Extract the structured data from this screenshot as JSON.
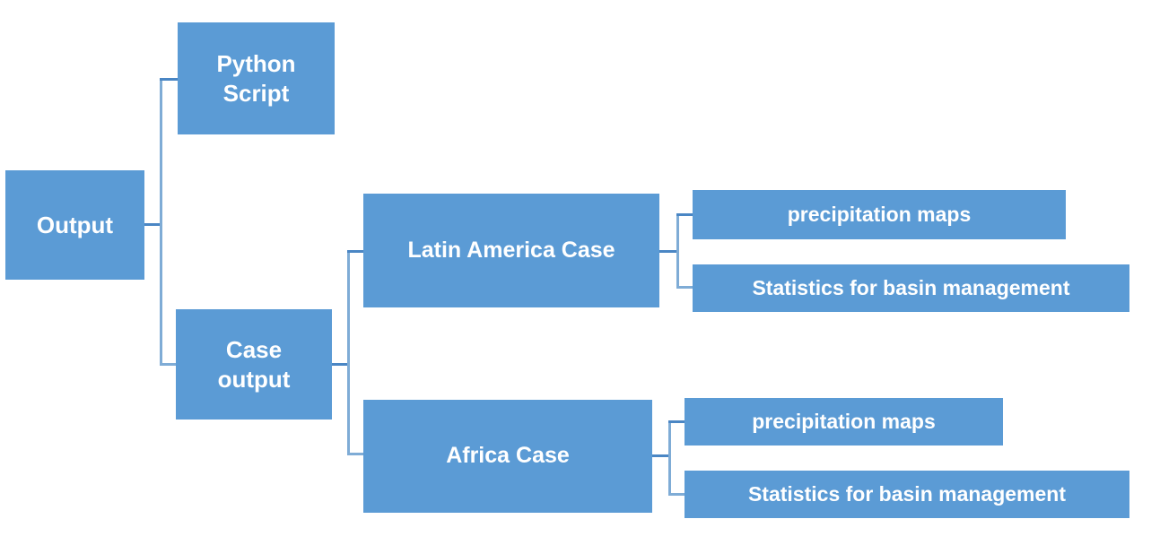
{
  "diagram": {
    "type": "tree-hierarchy",
    "title": "Output",
    "accent_color": "#5B9BD5",
    "connector_color": "#7FACD6",
    "text_color": "#FFFFFF",
    "background_color": "#FFFFFF",
    "nodes": {
      "root": {
        "label": "Output"
      },
      "python_script": {
        "label": "Python\nScript"
      },
      "case_output": {
        "label": "Case\noutput"
      },
      "latin_america_case": {
        "label": "Latin America Case"
      },
      "africa_case": {
        "label": "Africa Case"
      },
      "latin_precipitation_maps": {
        "label": "precipitation maps"
      },
      "latin_statistics": {
        "label": "Statistics for basin management"
      },
      "africa_precipitation_maps": {
        "label": "precipitation maps"
      },
      "africa_statistics": {
        "label": "Statistics for basin management"
      }
    }
  }
}
